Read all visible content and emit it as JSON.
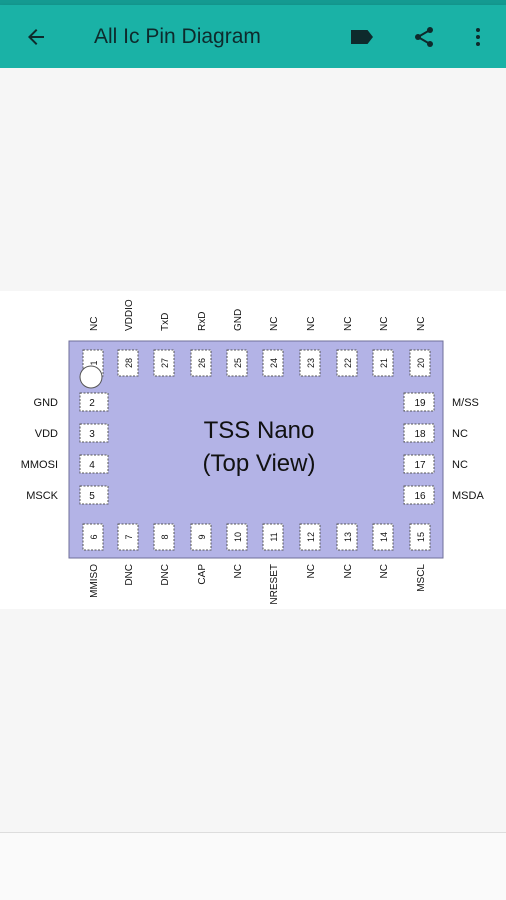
{
  "appbar": {
    "title": "All Ic Pin Diagram",
    "background": "#1ab2a6",
    "icons": [
      "arrow-back-icon",
      "label-tag-icon",
      "share-icon",
      "more-vert-icon"
    ]
  },
  "diagram": {
    "title_line1": "TSS Nano",
    "title_line2": "(Top View)",
    "chip_color": "#b3b3e6",
    "top_pins": [
      {
        "num": "1",
        "label": "NC"
      },
      {
        "num": "28",
        "label": "VDDIO"
      },
      {
        "num": "27",
        "label": "TxD"
      },
      {
        "num": "26",
        "label": "RxD"
      },
      {
        "num": "25",
        "label": "GND"
      },
      {
        "num": "24",
        "label": "NC"
      },
      {
        "num": "23",
        "label": "NC"
      },
      {
        "num": "22",
        "label": "NC"
      },
      {
        "num": "21",
        "label": "NC"
      },
      {
        "num": "20",
        "label": "NC"
      }
    ],
    "bottom_pins": [
      {
        "num": "6",
        "label": "MMISO"
      },
      {
        "num": "7",
        "label": "DNC"
      },
      {
        "num": "8",
        "label": "DNC"
      },
      {
        "num": "9",
        "label": "CAP"
      },
      {
        "num": "10",
        "label": "NC"
      },
      {
        "num": "11",
        "label": "NRESET"
      },
      {
        "num": "12",
        "label": "NC"
      },
      {
        "num": "13",
        "label": "NC"
      },
      {
        "num": "14",
        "label": "NC"
      },
      {
        "num": "15",
        "label": "MSCL"
      }
    ],
    "left_pins": [
      {
        "num": "2",
        "label": "GND"
      },
      {
        "num": "3",
        "label": "VDD"
      },
      {
        "num": "4",
        "label": "MMOSI"
      },
      {
        "num": "5",
        "label": "MSCK"
      }
    ],
    "right_pins": [
      {
        "num": "19",
        "label": "M/SS"
      },
      {
        "num": "18",
        "label": "NC"
      },
      {
        "num": "17",
        "label": "NC"
      },
      {
        "num": "16",
        "label": "MSDA"
      }
    ]
  }
}
